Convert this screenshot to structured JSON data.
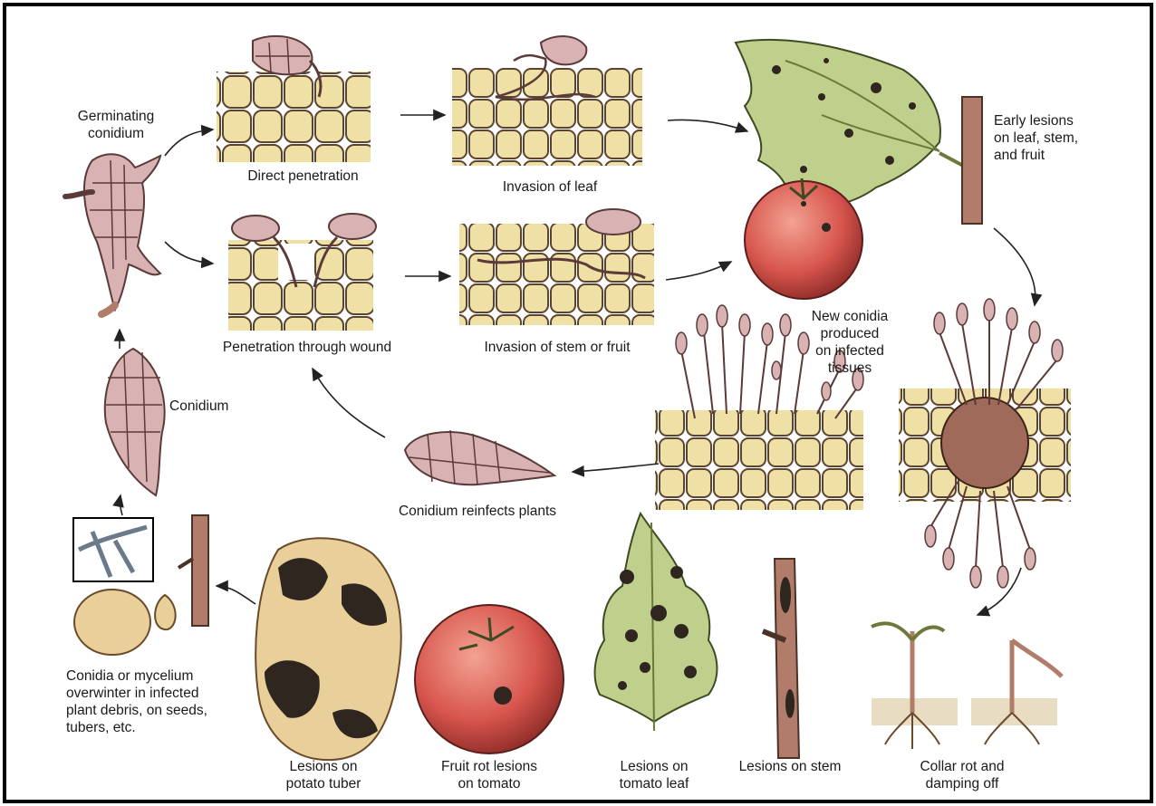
{
  "labels": {
    "germinating_conidium": [
      "Germinating",
      "conidium"
    ],
    "direct_penetration": "Direct penetration",
    "invasion_of_leaf": "Invasion of leaf",
    "early_lesions": [
      "Early lesions",
      "on leaf, stem,",
      "and fruit"
    ],
    "penetration_through_wound": "Penetration through wound",
    "invasion_of_stem_or_fruit": "Invasion of stem or fruit",
    "new_conidia": [
      "New conidia",
      "produced",
      "on infected",
      "tissues"
    ],
    "conidium": "Conidium",
    "conidium_reinfects": "Conidium reinfects plants",
    "overwinter": [
      "Conidia or mycelium",
      "overwinter in infected",
      "plant debris, on seeds,",
      "tubers, etc."
    ],
    "lesions_potato_tuber": [
      "Lesions on",
      "potato tuber"
    ],
    "fruit_rot_lesions": [
      "Fruit rot lesions",
      "on tomato"
    ],
    "lesions_tomato_leaf": [
      "Lesions on",
      "tomato leaf"
    ],
    "lesions_on_stem": "Lesions on stem",
    "collar_rot": [
      "Collar rot and",
      "damping off"
    ]
  },
  "colors": {
    "cell_fill": "#efe0a6",
    "cell_stroke": "#5b4430",
    "leaf_green": "#bfcf8c",
    "tomato_red": "#d8564e",
    "potato_tan": "#e9cf9a",
    "lesion_dark": "#2f2620",
    "conidium_pink": "#d9b3b3",
    "stem_brown": "#b27c6a"
  }
}
